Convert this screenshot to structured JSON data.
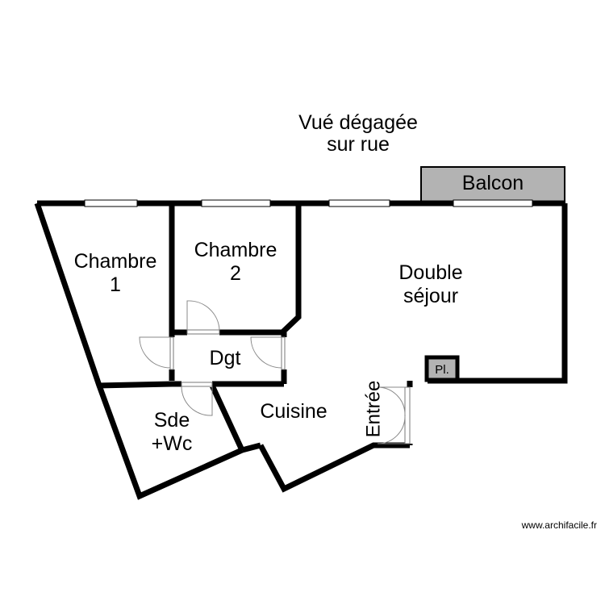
{
  "plan": {
    "outside_label_line1": "Vué dégagée",
    "outside_label_line2": "sur rue",
    "rooms": {
      "balcon": "Balcon",
      "chambre1_line1": "Chambre",
      "chambre1_line2": "1",
      "chambre2_line1": "Chambre",
      "chambre2_line2": "2",
      "sejour_line1": "Double",
      "sejour_line2": "séjour",
      "dgt": "Dgt",
      "cuisine": "Cuisine",
      "sde_line1": "Sde",
      "sde_line2": "+Wc",
      "entree": "Entrée",
      "placard": "Pl."
    },
    "colors": {
      "wall": "#000000",
      "balcon_fill": "#b3b3b3",
      "placard_fill": "#b3b3b3"
    }
  },
  "footer": {
    "credit": "www.archifacile.fr"
  }
}
